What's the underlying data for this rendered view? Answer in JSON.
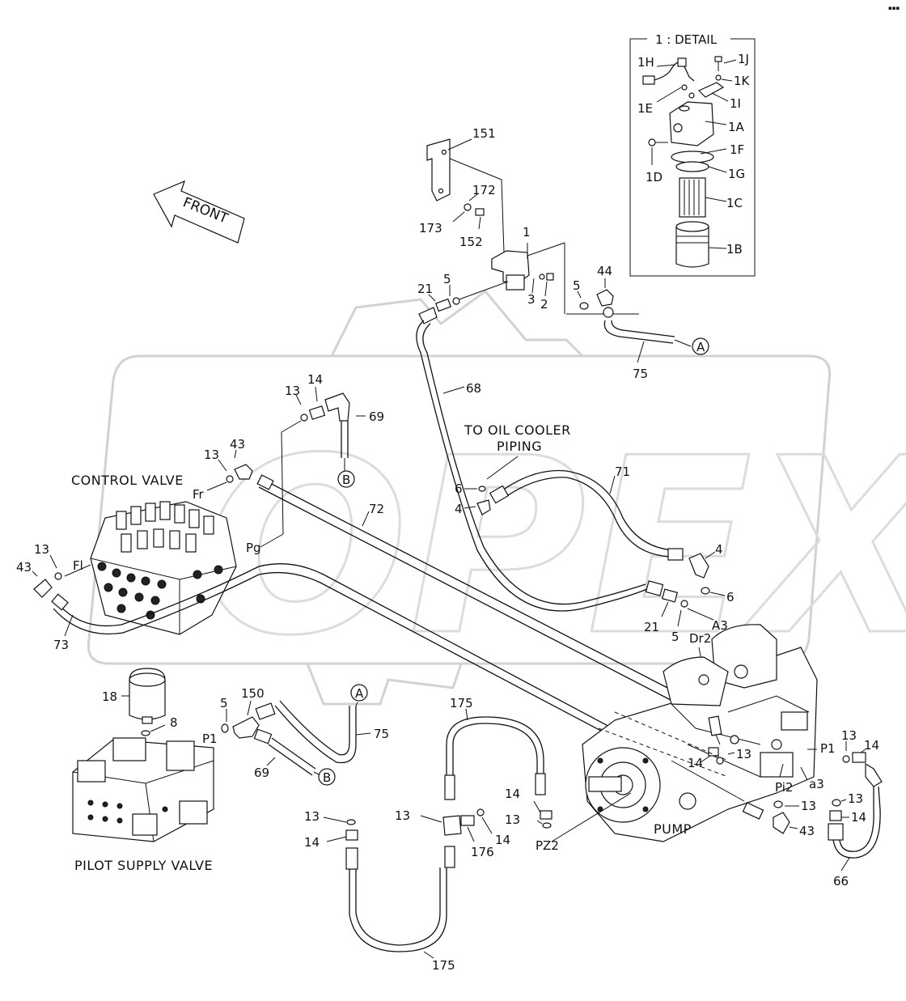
{
  "watermark": "OPEX",
  "front_arrow_label": "FRONT",
  "detail": {
    "title": "1 : DETAIL",
    "labels": [
      "1H",
      "1J",
      "1K",
      "1E",
      "1I",
      "1A",
      "1F",
      "1D",
      "1G",
      "1C",
      "1B"
    ]
  },
  "captions": {
    "control_valve": "CONTROL VALVE",
    "oil_cooler_1": "TO OIL COOLER",
    "oil_cooler_2": "PIPING",
    "pilot_supply_valve": "PILOT SUPPLY VALVE",
    "pump": "PUMP"
  },
  "port_labels": [
    "Fr",
    "Pg",
    "Fl",
    "P1",
    "Pi2",
    "a3",
    "PZ2",
    "A3",
    "Dr2",
    "P1"
  ],
  "connectors": [
    "A",
    "B",
    "A",
    "B"
  ],
  "part_numbers": [
    "151",
    "172",
    "173",
    "152",
    "1",
    "3",
    "2",
    "21",
    "5",
    "5",
    "44",
    "75",
    "68",
    "14",
    "13",
    "69",
    "13",
    "43",
    "72",
    "71",
    "6",
    "4",
    "4",
    "6",
    "21",
    "5",
    "13",
    "43",
    "73",
    "18",
    "8",
    "5",
    "150",
    "75",
    "69",
    "175",
    "14",
    "13",
    "13",
    "176",
    "14",
    "13",
    "14",
    "14",
    "13",
    "175",
    "13",
    "14",
    "13",
    "14",
    "13",
    "43",
    "66"
  ]
}
